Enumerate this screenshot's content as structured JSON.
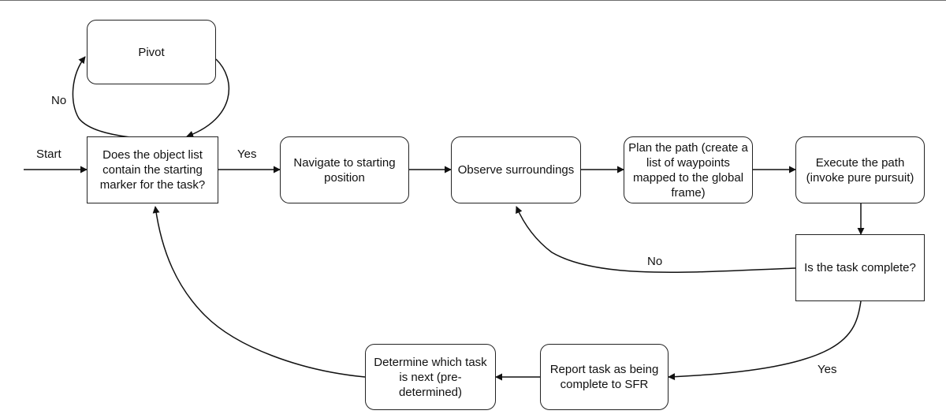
{
  "nodes": {
    "pivot": "Pivot",
    "check_marker": "Does the object list contain the starting marker for the task?",
    "navigate": "Navigate to starting position",
    "observe": "Observe surroundings",
    "plan": "Plan the path (create a list of waypoints mapped to the global frame)",
    "execute": "Execute the path (invoke pure pursuit)",
    "check_complete": "Is the task complete?",
    "report": "Report task as being complete to SFR",
    "determine": "Determine which task is next (pre-determined)"
  },
  "edge_labels": {
    "start": "Start",
    "marker_no": "No",
    "marker_yes": "Yes",
    "complete_no": "No",
    "complete_yes": "Yes"
  }
}
